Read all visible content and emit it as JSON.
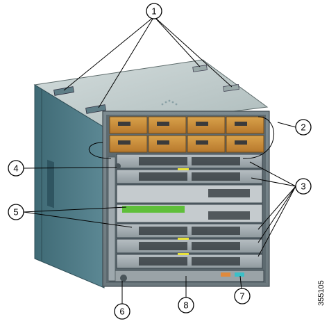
{
  "figure": {
    "figure_id": "355105",
    "callouts": [
      {
        "num": "1"
      },
      {
        "num": "2"
      },
      {
        "num": "3"
      },
      {
        "num": "4"
      },
      {
        "num": "5"
      },
      {
        "num": "6"
      },
      {
        "num": "7"
      },
      {
        "num": "8"
      }
    ]
  }
}
